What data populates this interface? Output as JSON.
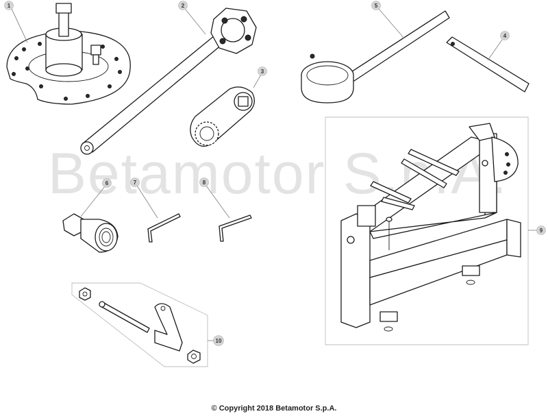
{
  "watermark": "Betamotor S.p.A.",
  "copyright": "© Copyright 2018 Betamotor S.p.A.",
  "callouts": [
    {
      "id": "1",
      "label": "1"
    },
    {
      "id": "2",
      "label": "2"
    },
    {
      "id": "3",
      "label": "3"
    },
    {
      "id": "4",
      "label": "4"
    },
    {
      "id": "5",
      "label": "5"
    },
    {
      "id": "6",
      "label": "6"
    },
    {
      "id": "7",
      "label": "7"
    },
    {
      "id": "8",
      "label": "8"
    },
    {
      "id": "9",
      "label": "9"
    },
    {
      "id": "10",
      "label": "10"
    }
  ]
}
